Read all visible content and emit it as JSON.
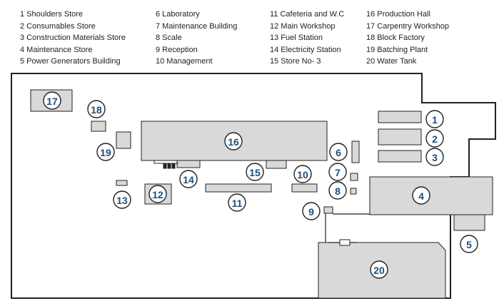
{
  "legend": [
    "1 Shoulders Store",
    "2 Consumables Store",
    "3 Construction Materials Store",
    "4 Maintenance Store",
    "5 Power Generators Building",
    "6 Laboratory",
    "7 Maintenance Building",
    "8 Scale",
    "9 Reception",
    "10 Management",
    "11 Cafeteria and W.C",
    "12 Main Workshop",
    "13 Fuel Station",
    "14 Electricity Station",
    "15 Store No- 3",
    "16 Production Hall",
    "17 Carpentry Workshop",
    "18 Block Factory",
    "19 Batching Plant",
    "20 Water Tank"
  ],
  "markers": [
    "1",
    "2",
    "3",
    "4",
    "5",
    "6",
    "7",
    "8",
    "9",
    "10",
    "11",
    "12",
    "13",
    "14",
    "15",
    "16",
    "17",
    "18",
    "19",
    "20"
  ],
  "colors": {
    "building_fill": "#d9d9d9",
    "outline": "#222222",
    "marker_text": "#1f4e79"
  }
}
